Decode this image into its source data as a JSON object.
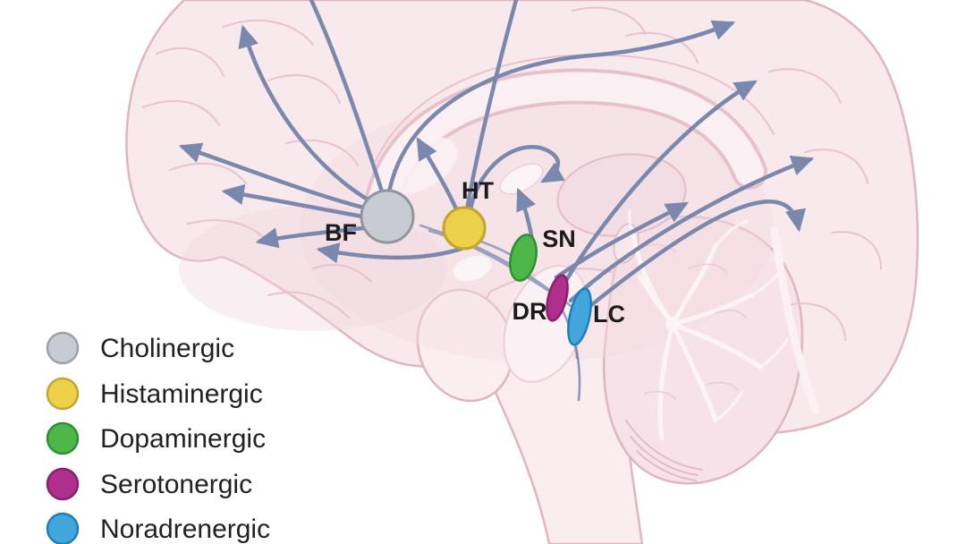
{
  "diagram": {
    "nuclei": {
      "bf": {
        "label": "BF",
        "color": "#c7ccd2",
        "border": "#8f969e"
      },
      "ht": {
        "label": "HT",
        "color": "#edd14b",
        "border": "#c2a52e"
      },
      "sn": {
        "label": "SN",
        "color": "#4fb748",
        "border": "#2e8f33"
      },
      "dr": {
        "label": "DR",
        "color": "#b12f8c",
        "border": "#8a1f6d"
      },
      "lc": {
        "label": "LC",
        "color": "#42a6dd",
        "border": "#1c80b6"
      }
    },
    "legend": {
      "items": [
        {
          "label": "Cholinergic",
          "color": "#c7ccd2",
          "border": "#9aa1a9"
        },
        {
          "label": "Histaminergic",
          "color": "#edd14b",
          "border": "#c2a52e"
        },
        {
          "label": "Dopaminergic",
          "color": "#4fb748",
          "border": "#2e8f33"
        },
        {
          "label": "Serotonergic",
          "color": "#b12f8c",
          "border": "#8a1f6d"
        },
        {
          "label": "Noradrenergic",
          "color": "#42a6dd",
          "border": "#1c80b6"
        }
      ]
    },
    "palette": {
      "arrow": "#7a88ad",
      "bundle_line": "#8a97b8",
      "brain_fill": "#f8e9ed",
      "brain_outline": "#dfb5c2",
      "brain_shade": "#f3dce3",
      "white_matter": "#faeff2"
    }
  }
}
